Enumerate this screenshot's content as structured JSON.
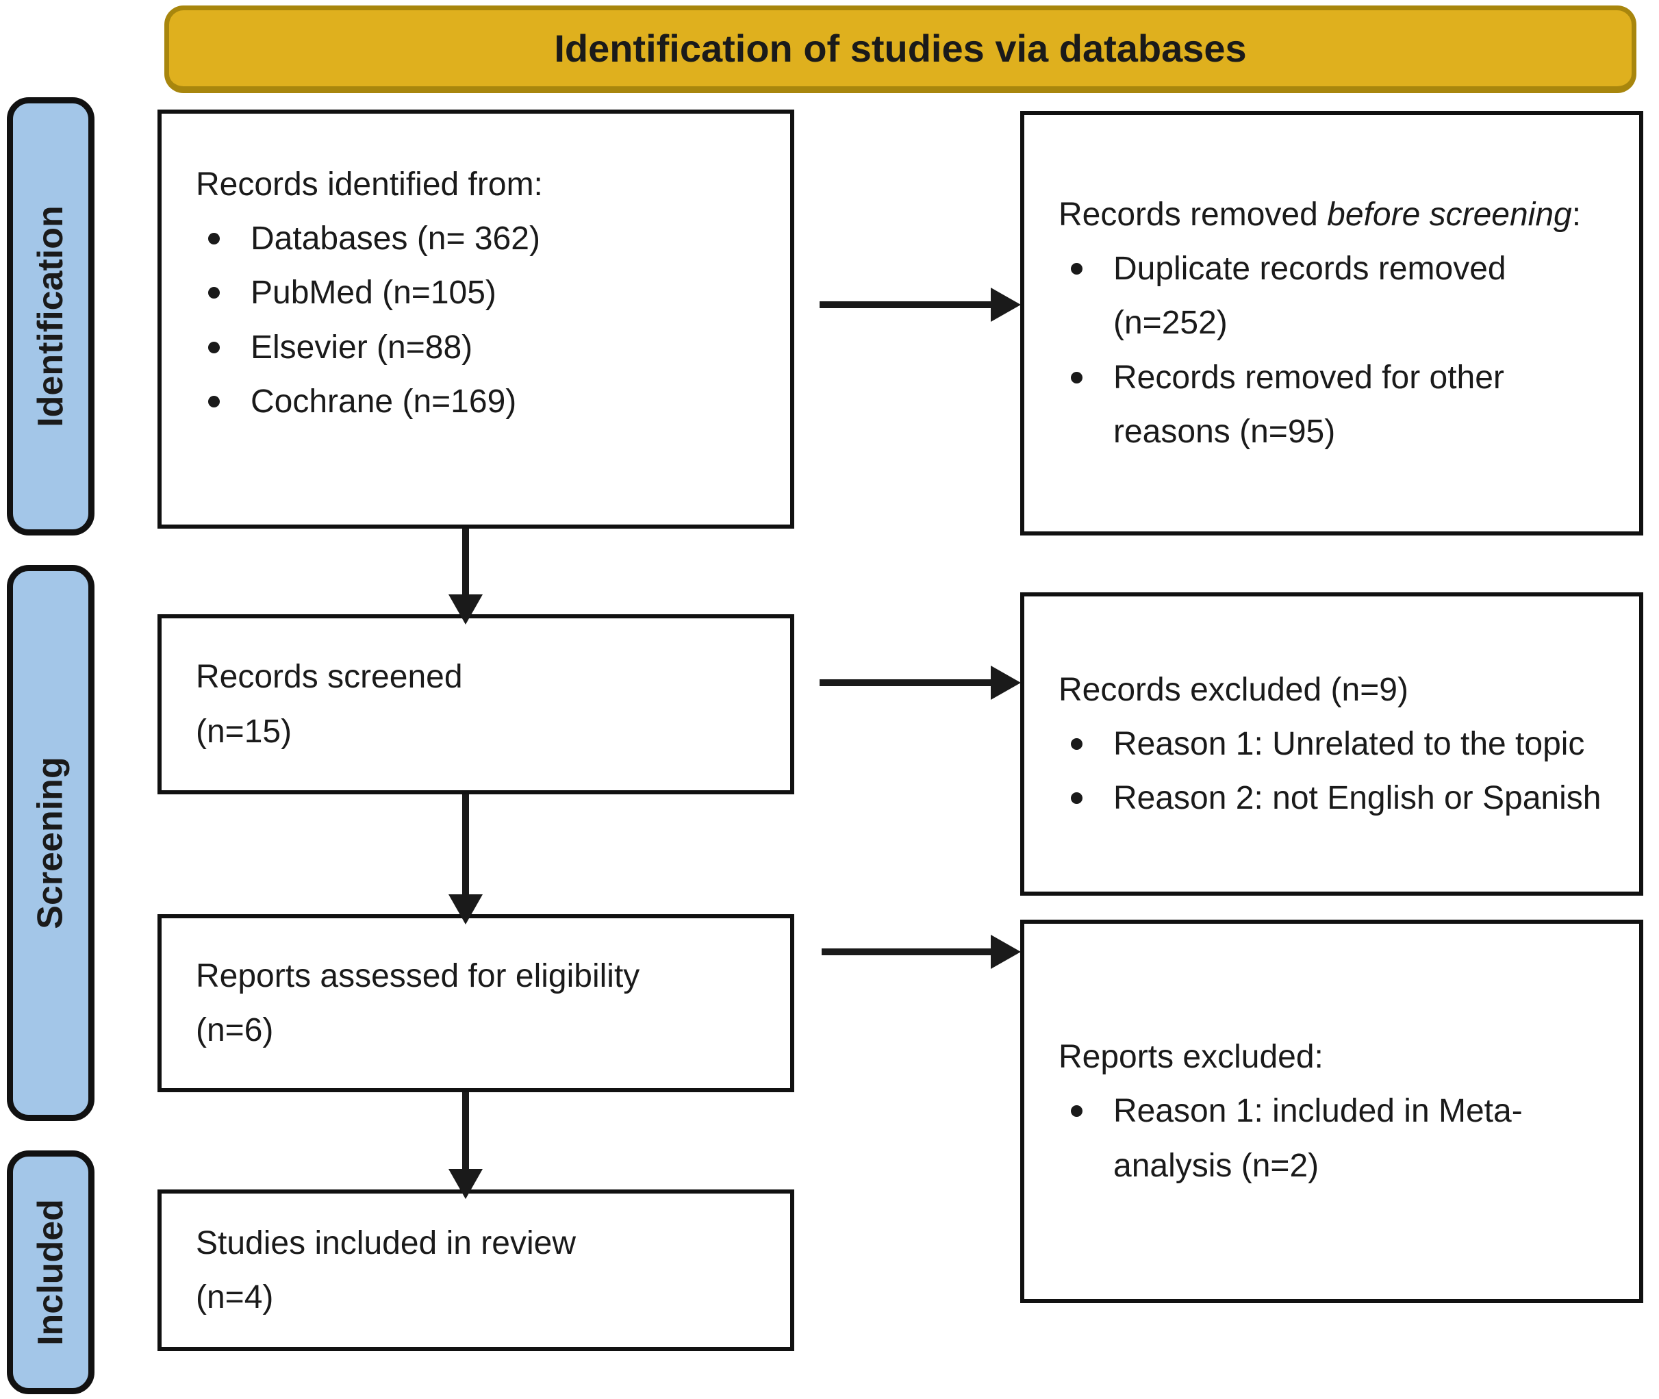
{
  "banner": {
    "title": "Identification of studies via databases"
  },
  "sidebar": {
    "stages": [
      {
        "label": "Identification"
      },
      {
        "label": "Screening"
      },
      {
        "label": "Included"
      }
    ]
  },
  "boxes": {
    "records_identified": {
      "title": "Records identified from:",
      "items": [
        "Databases (n= 362)",
        "PubMed (n=105)",
        "Elsevier (n=88)",
        "Cochrane (n=169)"
      ]
    },
    "records_removed": {
      "title_prefix": "Records removed ",
      "title_italic": "before screening",
      "title_suffix": ":",
      "items": [
        "Duplicate records removed (n=252)",
        "Records removed for other reasons (n=95)"
      ]
    },
    "records_screened": {
      "line1": "Records screened",
      "line2": "(n=15)"
    },
    "records_excluded": {
      "title": "Records excluded (n=9)",
      "items": [
        "Reason 1: Unrelated to the topic",
        "Reason 2: not English or Spanish"
      ]
    },
    "reports_assessed": {
      "line1": "Reports assessed for eligibility",
      "line2": "(n=6)"
    },
    "reports_excluded": {
      "title": "Reports excluded:",
      "items": [
        "Reason 1: included in Meta-analysis (n=2)"
      ]
    },
    "studies_included": {
      "line1": "Studies included in review",
      "line2": "(n=4)"
    }
  },
  "colors": {
    "banner_fill": "#dfb01e",
    "banner_border": "#a8860d",
    "stage_fill": "#a3c6e8",
    "box_border": "#111111",
    "text": "#1a1a1a",
    "background": "#ffffff"
  }
}
